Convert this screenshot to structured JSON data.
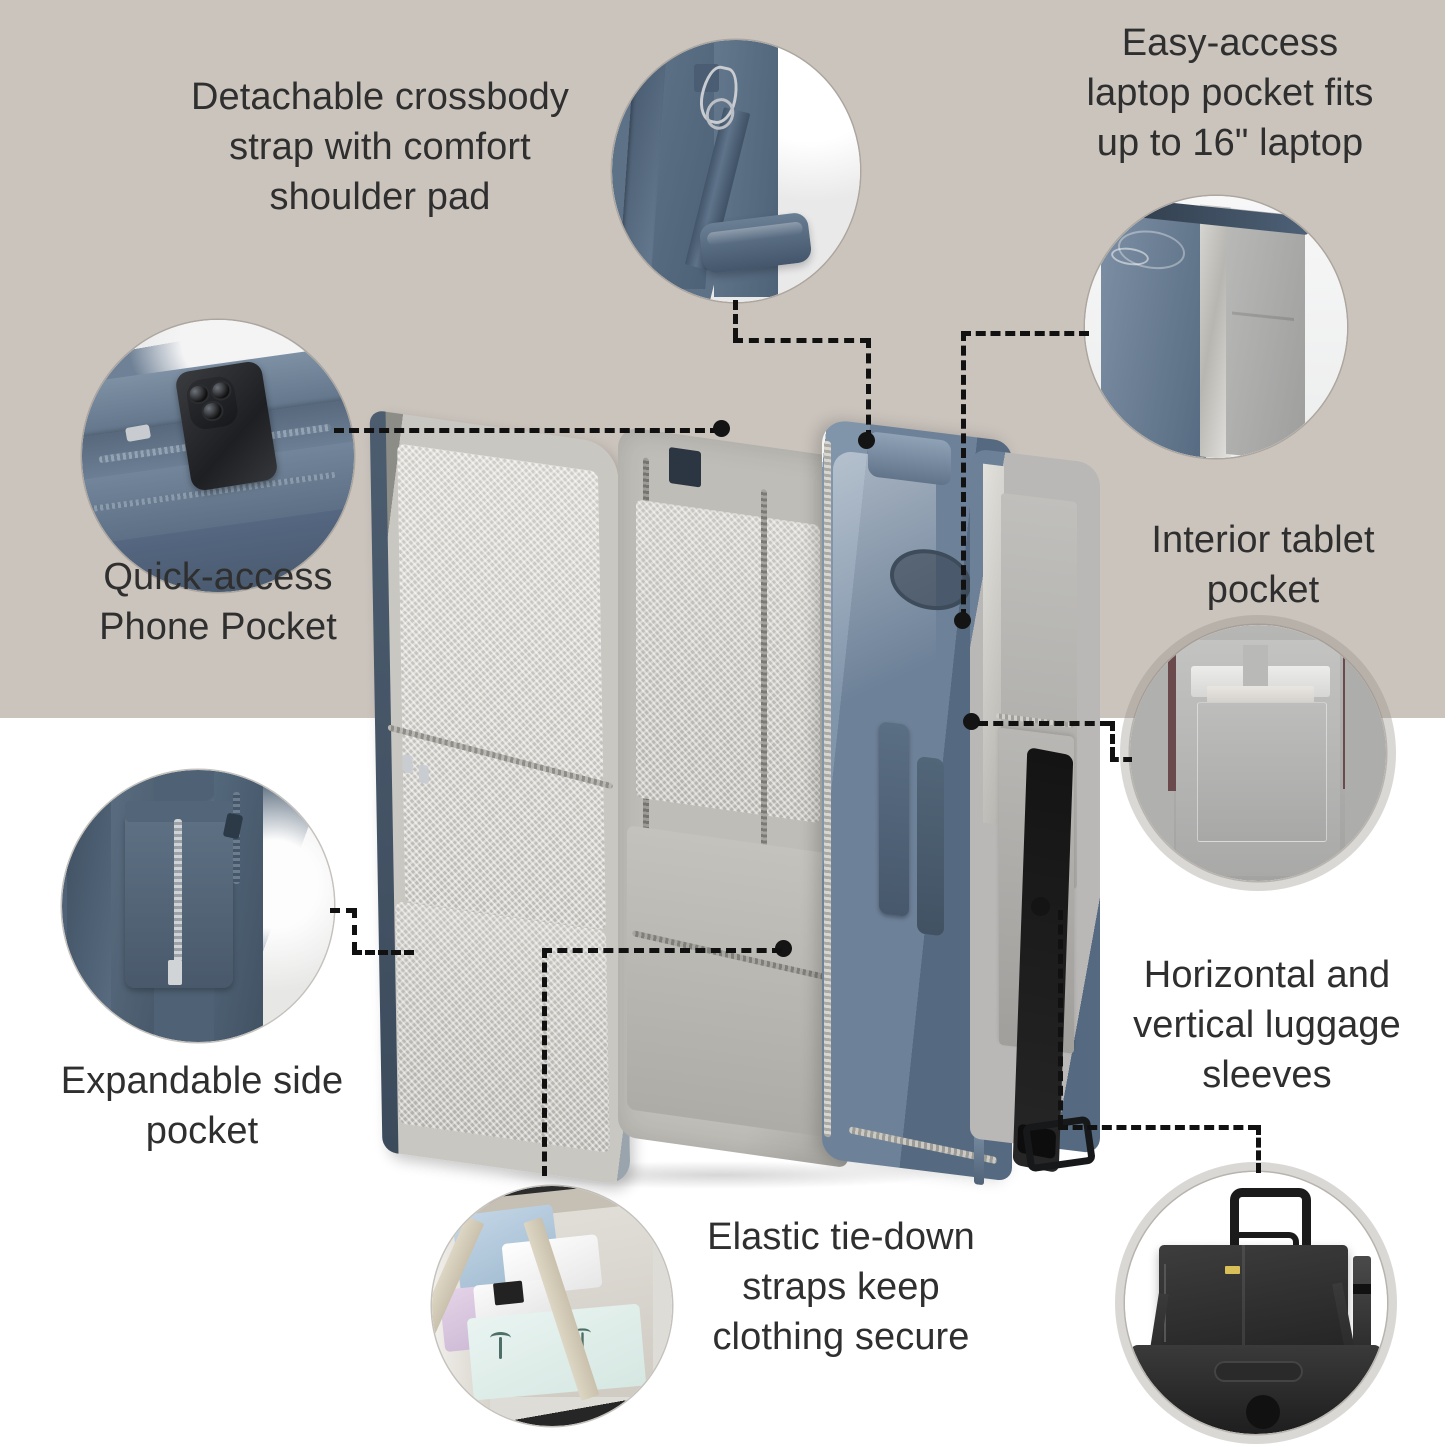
{
  "theme": {
    "bg_top": "#cbc4bd",
    "bg_bottom": "#ffffff",
    "text_color": "#2f2f2f",
    "connector_color": "#141414",
    "circle_ring": "#968e85",
    "bag_blue": "#6d8198",
    "lining_grey": "#bfbdb7"
  },
  "product": {
    "name": "convertible travel backpack",
    "main_photo_alt": "open blue travel backpack showing interior compartments"
  },
  "callouts": [
    {
      "id": "detachable-strap",
      "label": "Detachable crossbody\nstrap with comfort\nshoulder pad",
      "thumb_alt": "close-up of detachable crossbody strap with metal clip and shoulder pad"
    },
    {
      "id": "laptop-pocket",
      "label": "Easy-access\nlaptop pocket fits\nup to 16\" laptop",
      "thumb_alt": "close-up of laptop pocket with silver laptop inserted"
    },
    {
      "id": "phone-pocket",
      "label": "Quick-access\nPhone Pocket",
      "thumb_alt": "close-up of phone in quick-access exterior pocket"
    },
    {
      "id": "tablet-pocket",
      "label": "Interior tablet\npocket",
      "thumb_alt": "close-up of grey interior tablet pocket"
    },
    {
      "id": "side-pocket",
      "label": "Expandable side\npocket",
      "thumb_alt": "close-up of expandable zippered side pocket"
    },
    {
      "id": "luggage-sleeve",
      "label": "Horizontal and\nvertical luggage\nsleeves",
      "thumb_alt": "black bag mounted on rolling luggage handle"
    },
    {
      "id": "elastic-straps",
      "label": "Elastic tie-down\nstraps keep\nclothing secure",
      "thumb_alt": "packed clothing held by crossed elastic tie-down straps"
    }
  ]
}
